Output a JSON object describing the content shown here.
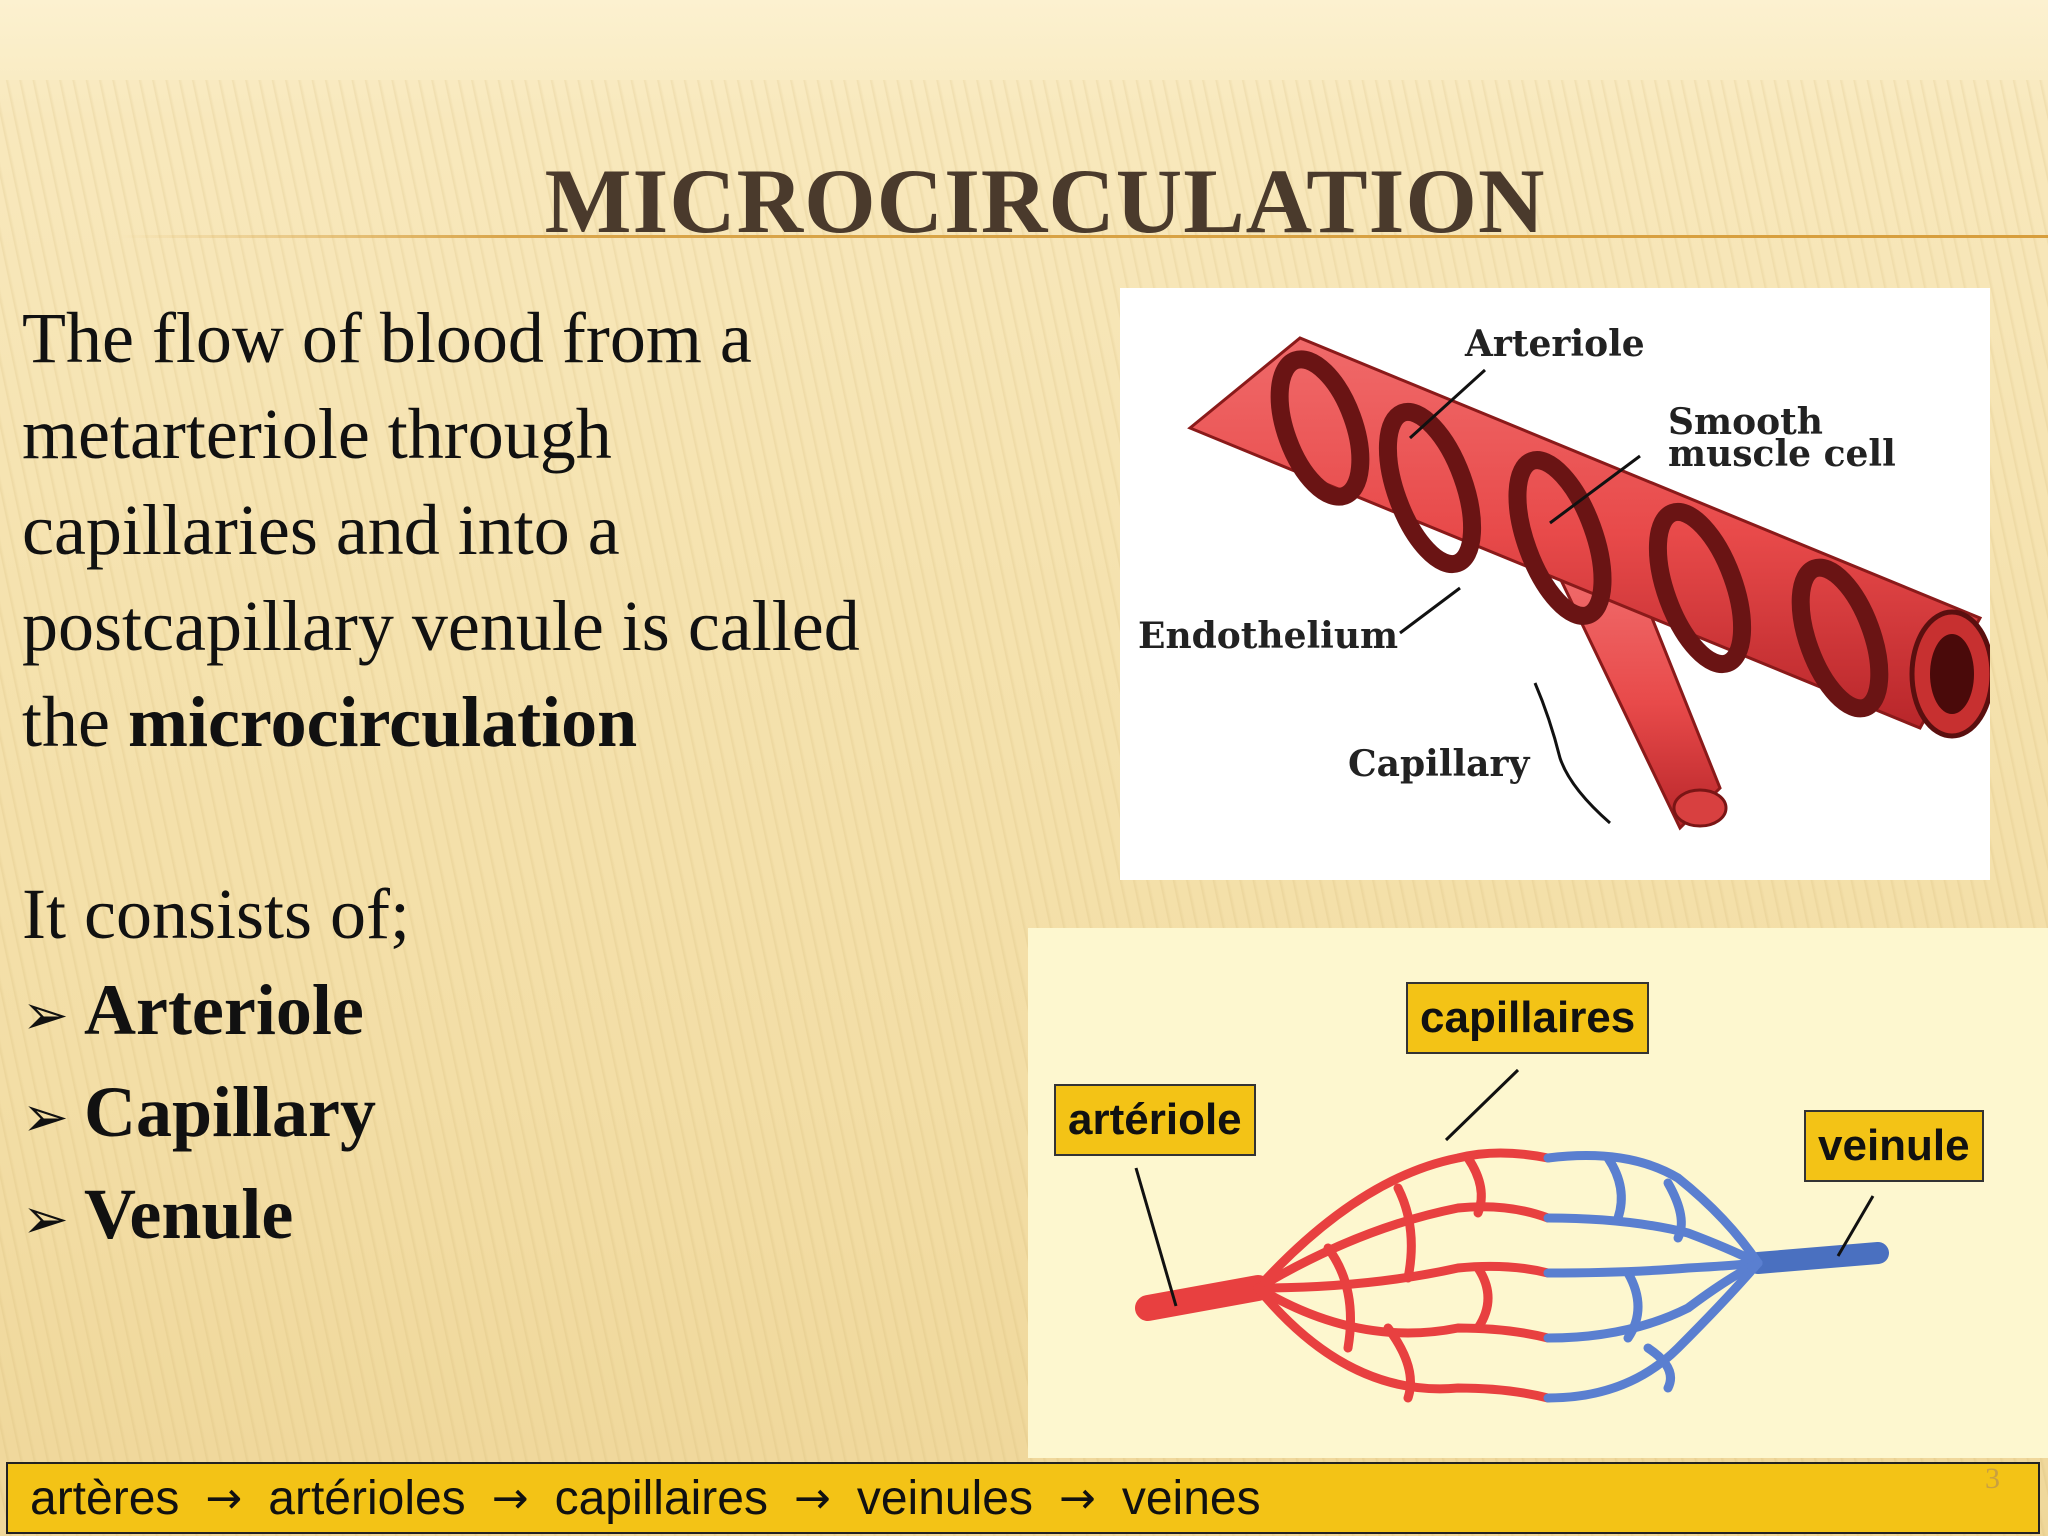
{
  "title": "MICROCIRCULATION",
  "body": {
    "line1": "The flow of blood from a",
    "line2": "metarteriole through",
    "line3": "capillaries and into a",
    "line4": "postcapillary venule is called",
    "line5_plain": "the ",
    "line5_bold": "microcirculation",
    "consists": "It consists of;",
    "bullet_glyph": "➢",
    "bullets": [
      "Arteriole",
      "Capillary",
      "Venule"
    ]
  },
  "diagram1": {
    "labels": {
      "arteriole": "Arteriole",
      "smooth1": "Smooth",
      "smooth2": "muscle cell",
      "endothelium": "Endothelium",
      "capillary": "Capillary"
    }
  },
  "diagram2": {
    "labels": {
      "arteriole": "artériole",
      "capillaires": "capillaires",
      "veinule": "veinule"
    }
  },
  "flow": {
    "terms": [
      "artères",
      "artérioles",
      "capillaires",
      "veinules",
      "veines"
    ],
    "arrow": "→"
  },
  "page_number": "3"
}
